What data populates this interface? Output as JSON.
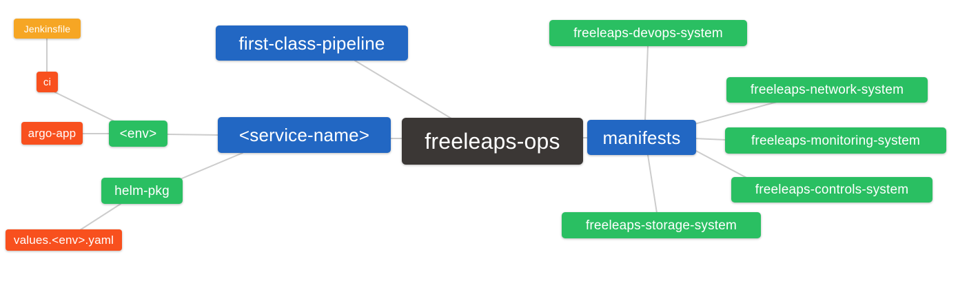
{
  "colors": {
    "background": "#ffffff",
    "root": "#3b3735",
    "branch": "#2267c3",
    "leaf_green": "#2abf62",
    "leaf_red": "#f8501e",
    "leaf_orange": "#f6a624",
    "edge": "#cccccc",
    "node_text": "#ffffff"
  },
  "nodes": {
    "root": {
      "label": "freeleaps-ops"
    },
    "first_class_pipeline": {
      "label": "first-class-pipeline"
    },
    "service_name": {
      "label": "<service-name>"
    },
    "env": {
      "label": "<env>"
    },
    "ci": {
      "label": "ci"
    },
    "jenkinsfile": {
      "label": "Jenkinsfile"
    },
    "argo_app": {
      "label": "argo-app"
    },
    "helm_pkg": {
      "label": "helm-pkg"
    },
    "values_env_yaml": {
      "label": "values.<env>.yaml"
    },
    "manifests": {
      "label": "manifests"
    },
    "devops_system": {
      "label": "freeleaps-devops-system"
    },
    "network_system": {
      "label": "freeleaps-network-system"
    },
    "monitoring_system": {
      "label": "freeleaps-monitoring-system"
    },
    "controls_system": {
      "label": "freeleaps-controls-system"
    },
    "storage_system": {
      "label": "freeleaps-storage-system"
    }
  },
  "edges": [
    {
      "from": "Jenkinsfile",
      "to": "ci"
    },
    {
      "from": "ci",
      "to": "<env>"
    },
    {
      "from": "argo-app",
      "to": "<env>"
    },
    {
      "from": "<env>",
      "to": "<service-name>"
    },
    {
      "from": "helm-pkg",
      "to": "<service-name>"
    },
    {
      "from": "values.<env>.yaml",
      "to": "helm-pkg"
    },
    {
      "from": "first-class-pipeline",
      "to": "freeleaps-ops"
    },
    {
      "from": "<service-name>",
      "to": "freeleaps-ops"
    },
    {
      "from": "freeleaps-ops",
      "to": "manifests"
    },
    {
      "from": "manifests",
      "to": "freeleaps-devops-system"
    },
    {
      "from": "manifests",
      "to": "freeleaps-network-system"
    },
    {
      "from": "manifests",
      "to": "freeleaps-monitoring-system"
    },
    {
      "from": "manifests",
      "to": "freeleaps-controls-system"
    },
    {
      "from": "manifests",
      "to": "freeleaps-storage-system"
    }
  ]
}
